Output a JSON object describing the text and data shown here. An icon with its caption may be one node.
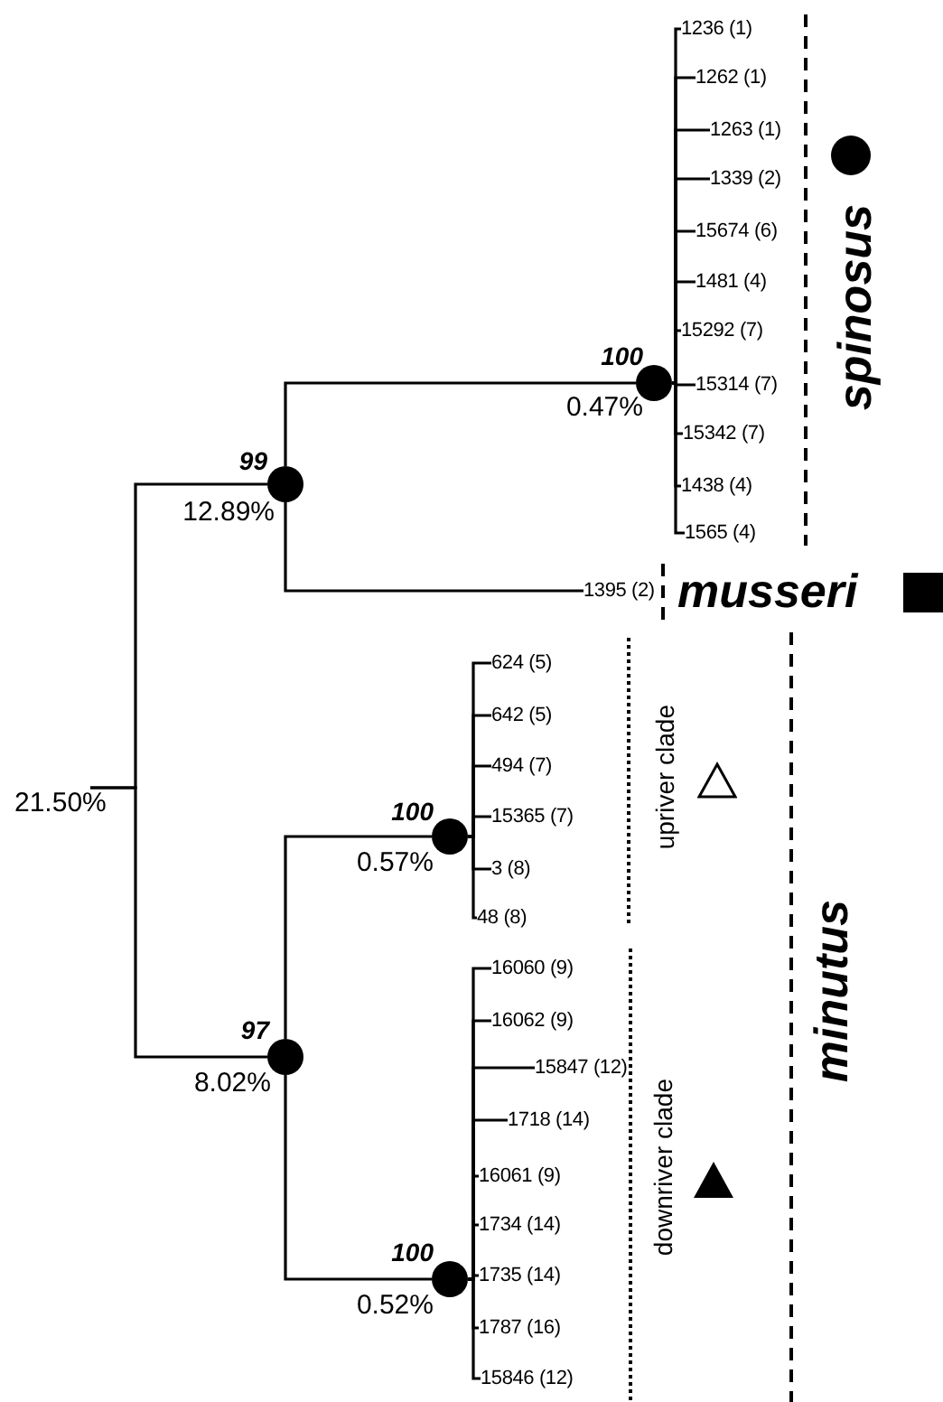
{
  "diagram": {
    "nodes": [
      {
        "text": [
          "21.50%"
        ]
      },
      {
        "text": [],
        "shape": "circle",
        "beside": [
          "99",
          "12.89%"
        ]
      },
      {
        "text": [],
        "shape": "circle",
        "beside": [
          "100",
          "0.47%"
        ]
      },
      {
        "text": [
          "1236 (1)"
        ]
      },
      {
        "text": [
          "1262 (1)"
        ]
      },
      {
        "text": [
          "1263 (1)"
        ]
      },
      {
        "text": [
          "1339 (2)"
        ]
      },
      {
        "text": [
          "15674 (6)"
        ]
      },
      {
        "text": [
          "1481 (4)"
        ]
      },
      {
        "text": [
          "15292 (7)"
        ]
      },
      {
        "text": [
          "15314 (7)"
        ]
      },
      {
        "text": [
          "15342 (7)"
        ]
      },
      {
        "text": [
          "1438 (4)"
        ]
      },
      {
        "text": [
          "1565 (4)"
        ]
      },
      {
        "text": [
          "1395 (2)"
        ]
      },
      {
        "text": [],
        "shape": "circle",
        "beside": [
          "97",
          "8.02%"
        ]
      },
      {
        "text": [],
        "shape": "circle",
        "beside": [
          "100",
          "0.57%"
        ]
      },
      {
        "text": [
          "624 (5)"
        ]
      },
      {
        "text": [
          "642 (5)"
        ]
      },
      {
        "text": [
          "494 (7)"
        ]
      },
      {
        "text": [
          "15365 (7)"
        ]
      },
      {
        "text": [
          "3 (8)"
        ]
      },
      {
        "text": [
          "48 (8)"
        ]
      },
      {
        "text": [],
        "shape": "circle",
        "beside": [
          "100",
          "0.52%"
        ]
      },
      {
        "text": [
          "16060 (9)"
        ]
      },
      {
        "text": [
          "16062 (9)"
        ]
      },
      {
        "text": [
          "15847 (12)"
        ]
      },
      {
        "text": [
          "1718 (14)"
        ]
      },
      {
        "text": [
          "16061 (9)"
        ]
      },
      {
        "text": [
          "1734 (14)"
        ]
      },
      {
        "text": [
          "1735 (14)"
        ]
      },
      {
        "text": [
          "1787 (16)"
        ]
      },
      {
        "text": [
          "15846 (12)"
        ]
      }
    ],
    "edges": [
      {
        "from": 0,
        "to": 1,
        "arrow": "none"
      },
      {
        "from": 0,
        "to": 15,
        "arrow": "none"
      },
      {
        "from": 1,
        "to": 2,
        "arrow": "none"
      },
      {
        "from": 1,
        "to": 14,
        "arrow": "none"
      },
      {
        "from": 2,
        "to": 3,
        "arrow": "none"
      },
      {
        "from": 2,
        "to": 4,
        "arrow": "none"
      },
      {
        "from": 2,
        "to": 5,
        "arrow": "none"
      },
      {
        "from": 2,
        "to": 6,
        "arrow": "none"
      },
      {
        "from": 2,
        "to": 7,
        "arrow": "none"
      },
      {
        "from": 2,
        "to": 8,
        "arrow": "none"
      },
      {
        "from": 2,
        "to": 9,
        "arrow": "none"
      },
      {
        "from": 2,
        "to": 10,
        "arrow": "none"
      },
      {
        "from": 2,
        "to": 11,
        "arrow": "none"
      },
      {
        "from": 2,
        "to": 12,
        "arrow": "none"
      },
      {
        "from": 2,
        "to": 13,
        "arrow": "none"
      },
      {
        "from": 15,
        "to": 16,
        "arrow": "none"
      },
      {
        "from": 15,
        "to": 23,
        "arrow": "none"
      },
      {
        "from": 16,
        "to": 17,
        "arrow": "none"
      },
      {
        "from": 16,
        "to": 18,
        "arrow": "none"
      },
      {
        "from": 16,
        "to": 19,
        "arrow": "none"
      },
      {
        "from": 16,
        "to": 20,
        "arrow": "none"
      },
      {
        "from": 16,
        "to": 21,
        "arrow": "none"
      },
      {
        "from": 16,
        "to": 22,
        "arrow": "none"
      },
      {
        "from": 23,
        "to": 24,
        "arrow": "none"
      },
      {
        "from": 23,
        "to": 25,
        "arrow": "none"
      },
      {
        "from": 23,
        "to": 26,
        "arrow": "none"
      },
      {
        "from": 23,
        "to": 27,
        "arrow": "none"
      },
      {
        "from": 23,
        "to": 28,
        "arrow": "none"
      },
      {
        "from": 23,
        "to": 29,
        "arrow": "none"
      },
      {
        "from": 23,
        "to": 30,
        "arrow": "none"
      },
      {
        "from": 23,
        "to": 31,
        "arrow": "none"
      },
      {
        "from": 23,
        "to": 32,
        "arrow": "none"
      }
    ],
    "labels": [
      "spinosus",
      "musseri",
      "upriver clade",
      "minutus",
      "downriver clade"
    ]
  }
}
